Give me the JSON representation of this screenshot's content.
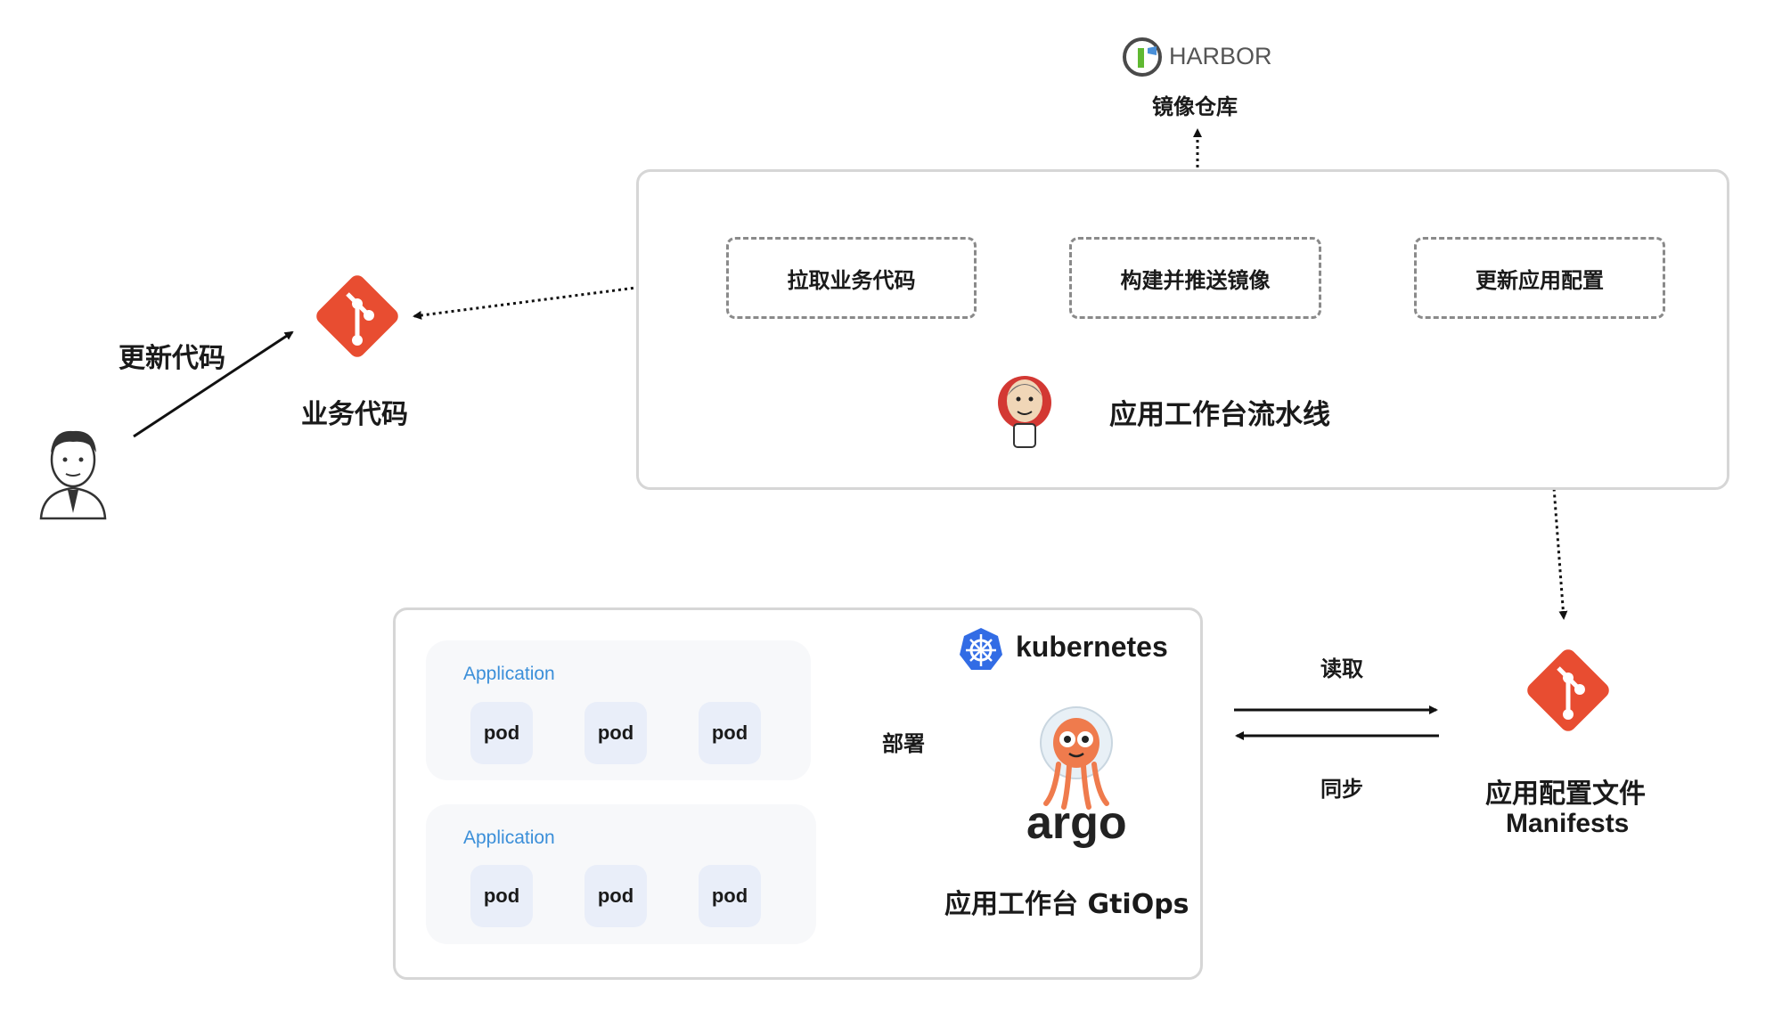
{
  "harbor": {
    "logo_text": "HARBOR",
    "caption": "镜像仓库"
  },
  "pipeline": {
    "steps": [
      "拉取业务代码",
      "构建并推送镜像",
      "更新应用配置"
    ],
    "title": "应用工作台流水线"
  },
  "left": {
    "update_label": "更新代码",
    "repo_label": "业务代码"
  },
  "gitops": {
    "k8s_label": "kubernetes",
    "argo_label": "argo",
    "title": "应用工作台 GtiOps",
    "deploy_label": "部署",
    "applications": [
      {
        "title": "Application",
        "pods": [
          "pod",
          "pod",
          "pod"
        ]
      },
      {
        "title": "Application",
        "pods": [
          "pod",
          "pod",
          "pod"
        ]
      }
    ]
  },
  "manifests": {
    "read_label": "读取",
    "sync_label": "同步",
    "title_line1": "应用配置文件",
    "title_line2": "Manifests"
  },
  "colors": {
    "git": "#e84d31",
    "k8s": "#326ce5",
    "argo": "#ef7b4d",
    "jenkins": "#d33833",
    "app_title": "#3b8fd9"
  },
  "icons": [
    "person-icon",
    "git-icon",
    "harbor-icon",
    "jenkins-icon",
    "kubernetes-icon",
    "argo-icon"
  ]
}
